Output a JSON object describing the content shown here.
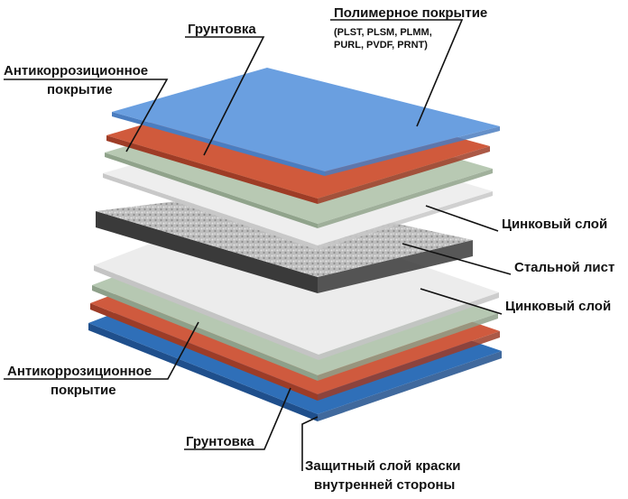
{
  "layers": [
    {
      "id": "back-blue",
      "name": "back-paint-layer",
      "top": "#2f6fb8",
      "side": "#1f4f8c"
    },
    {
      "id": "back-red",
      "name": "back-primer-layer",
      "top": "#cf5a3e",
      "side": "#9c3c27"
    },
    {
      "id": "back-green",
      "name": "back-anticorrosion-layer",
      "top": "#b6c8b2",
      "side": "#8ea08a"
    },
    {
      "id": "back-white",
      "name": "back-zinc-layer",
      "top": "#ececec",
      "side": "#c4c4c4"
    },
    {
      "id": "steel",
      "name": "steel-sheet-layer",
      "top": "#b9b9b9",
      "side": "#3a3a3a"
    },
    {
      "id": "front-white",
      "name": "front-zinc-layer",
      "top": "#eeeeee",
      "side": "#c8c8c8"
    },
    {
      "id": "front-green",
      "name": "front-anticorrosion-layer",
      "top": "#b8c9b3",
      "side": "#90a38b"
    },
    {
      "id": "front-red",
      "name": "front-primer-layer",
      "top": "#d05a3c",
      "side": "#9e3c26"
    },
    {
      "id": "front-blue",
      "name": "polymer-coating-layer",
      "top": "#6a9fe0",
      "side": "#4a7dc0"
    }
  ],
  "labels": {
    "polymer": "Полимерное покрытие",
    "polymer_types_1": "(PLST, PLSM, PLMM,",
    "polymer_types_2": "PURL, PVDF,  PRNT)",
    "primer_top": "Грунтовка",
    "anticorrosion_top_1": "Антикоррозиционное",
    "anticorrosion_top_2": "покрытие",
    "zinc_top": "Цинковый слой",
    "steel": "Стальной лист",
    "zinc_bottom": "Цинковый слой",
    "anticorrosion_bottom_1": "Антикоррозиционное",
    "anticorrosion_bottom_2": "покрытие",
    "primer_bottom": "Грунтовка",
    "backside_1": "Защитный слой краски",
    "backside_2": "внутренней стороны"
  },
  "colors": {
    "leader_line": "#111111",
    "text": "#111111",
    "background": "#ffffff"
  }
}
